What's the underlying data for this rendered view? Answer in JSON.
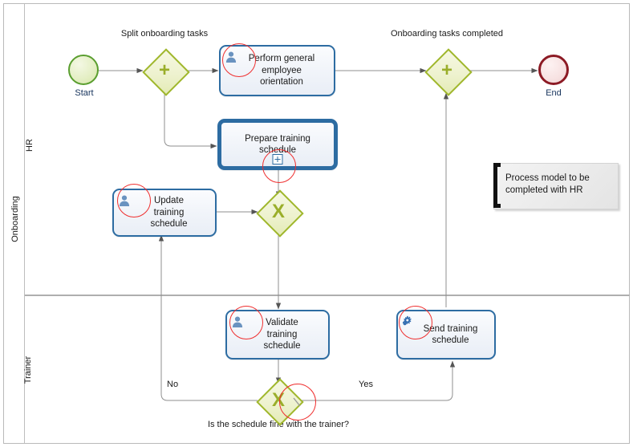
{
  "diagram": {
    "type": "bpmn-process-model",
    "pool": {
      "name": "Onboarding"
    },
    "lanes": [
      {
        "id": "hr",
        "name": "HR"
      },
      {
        "id": "trainer",
        "name": "Trainer"
      }
    ],
    "colors": {
      "event_start_border": "#5a9e2f",
      "event_end_border": "#8c1a24",
      "gateway_border": "#a0b72c",
      "gateway_glyph": "#9aae2a",
      "activity_border": "#2d6ca2",
      "highlight_ring": "#ef2f2f",
      "connector": "#8f8f8f",
      "lane_divider": "#aeaeae",
      "frame": "#b9b9b9"
    }
  },
  "events": [
    {
      "id": "start",
      "kind": "start-event",
      "caption": "Start"
    },
    {
      "id": "end",
      "kind": "end-event",
      "caption": "End"
    }
  ],
  "gateways": [
    {
      "id": "gw-split",
      "kind": "parallel-gateway",
      "glyph": "+",
      "label": "Split onboarding tasks"
    },
    {
      "id": "gw-join",
      "kind": "parallel-gateway",
      "glyph": "+",
      "label": "Onboarding tasks completed"
    },
    {
      "id": "gw-merge",
      "kind": "exclusive-gateway",
      "glyph": "X",
      "label": ""
    },
    {
      "id": "gw-decision",
      "kind": "exclusive-gateway",
      "glyph": "X",
      "label": "Is the schedule fine with the trainer?"
    }
  ],
  "activities": [
    {
      "id": "perform-orientation",
      "kind": "user-task",
      "lane": "hr",
      "icon": "user-icon",
      "text": "Perform general\nemployee\norientation"
    },
    {
      "id": "prepare-training-schedule",
      "kind": "collapsed-subprocess",
      "lane": "hr",
      "icon": "none",
      "marker": "plus-marker",
      "text": "Prepare training\nschedule"
    },
    {
      "id": "update-training-schedule",
      "kind": "user-task",
      "lane": "hr",
      "icon": "user-icon",
      "text": "Update\ntraining\nschedule"
    },
    {
      "id": "validate-training-schedule",
      "kind": "user-task",
      "lane": "trainer",
      "icon": "user-icon",
      "text": "Validate\ntraining\nschedule"
    },
    {
      "id": "send-training-schedule",
      "kind": "service-task",
      "lane": "trainer",
      "icon": "gear-icon",
      "text": "Send training\nschedule"
    }
  ],
  "flow_labels": [
    {
      "id": "flow-no",
      "text": "No"
    },
    {
      "id": "flow-yes",
      "text": "Yes"
    }
  ],
  "annotations": [
    {
      "id": "note-hr",
      "text": "Process model to be\ncompleted with HR"
    }
  ],
  "highlights": [
    {
      "id": "ring-perform-orientation-icon",
      "target": "user-icon"
    },
    {
      "id": "ring-prepare-subprocess-marker",
      "target": "plus-marker"
    },
    {
      "id": "ring-update-task-icon",
      "target": "user-icon"
    },
    {
      "id": "ring-validate-task-icon",
      "target": "user-icon"
    },
    {
      "id": "ring-send-task-icon",
      "target": "gear-icon"
    },
    {
      "id": "ring-decision-gateway",
      "target": "exclusive-gateway"
    }
  ]
}
